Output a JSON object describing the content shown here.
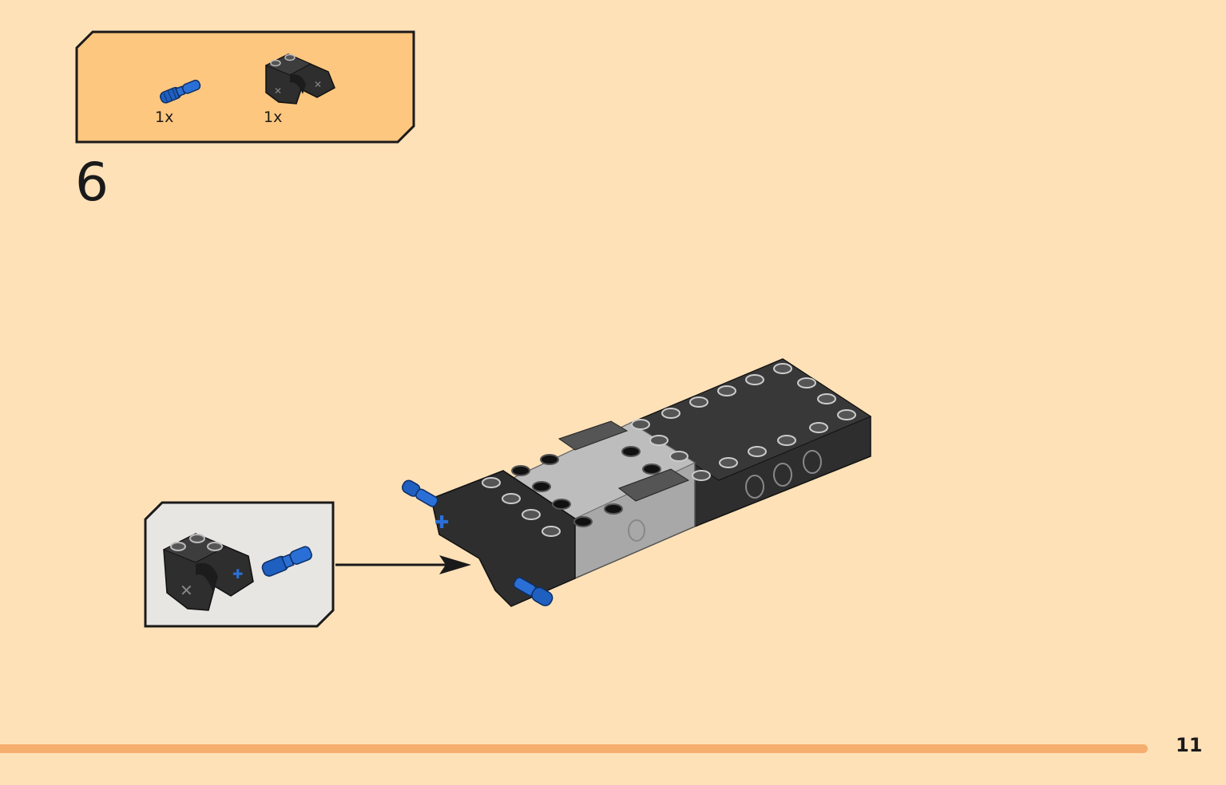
{
  "parts_list": {
    "items": [
      {
        "icon": "blue-axle-pin-icon",
        "quantity": "1x"
      },
      {
        "icon": "black-double-beam-bracket-icon",
        "quantity": "1x"
      }
    ],
    "panel_color": "#FEC77F"
  },
  "step": {
    "number": "6"
  },
  "page": {
    "number": "11"
  },
  "colors": {
    "background": "#FFE1B8",
    "bar": "#F5AE6E",
    "subassembly_panel": "#E8E6E3",
    "brick_dark": "#2E2E2E",
    "brick_light": "#A8A8A8",
    "pin_blue": "#1F5FBF"
  }
}
